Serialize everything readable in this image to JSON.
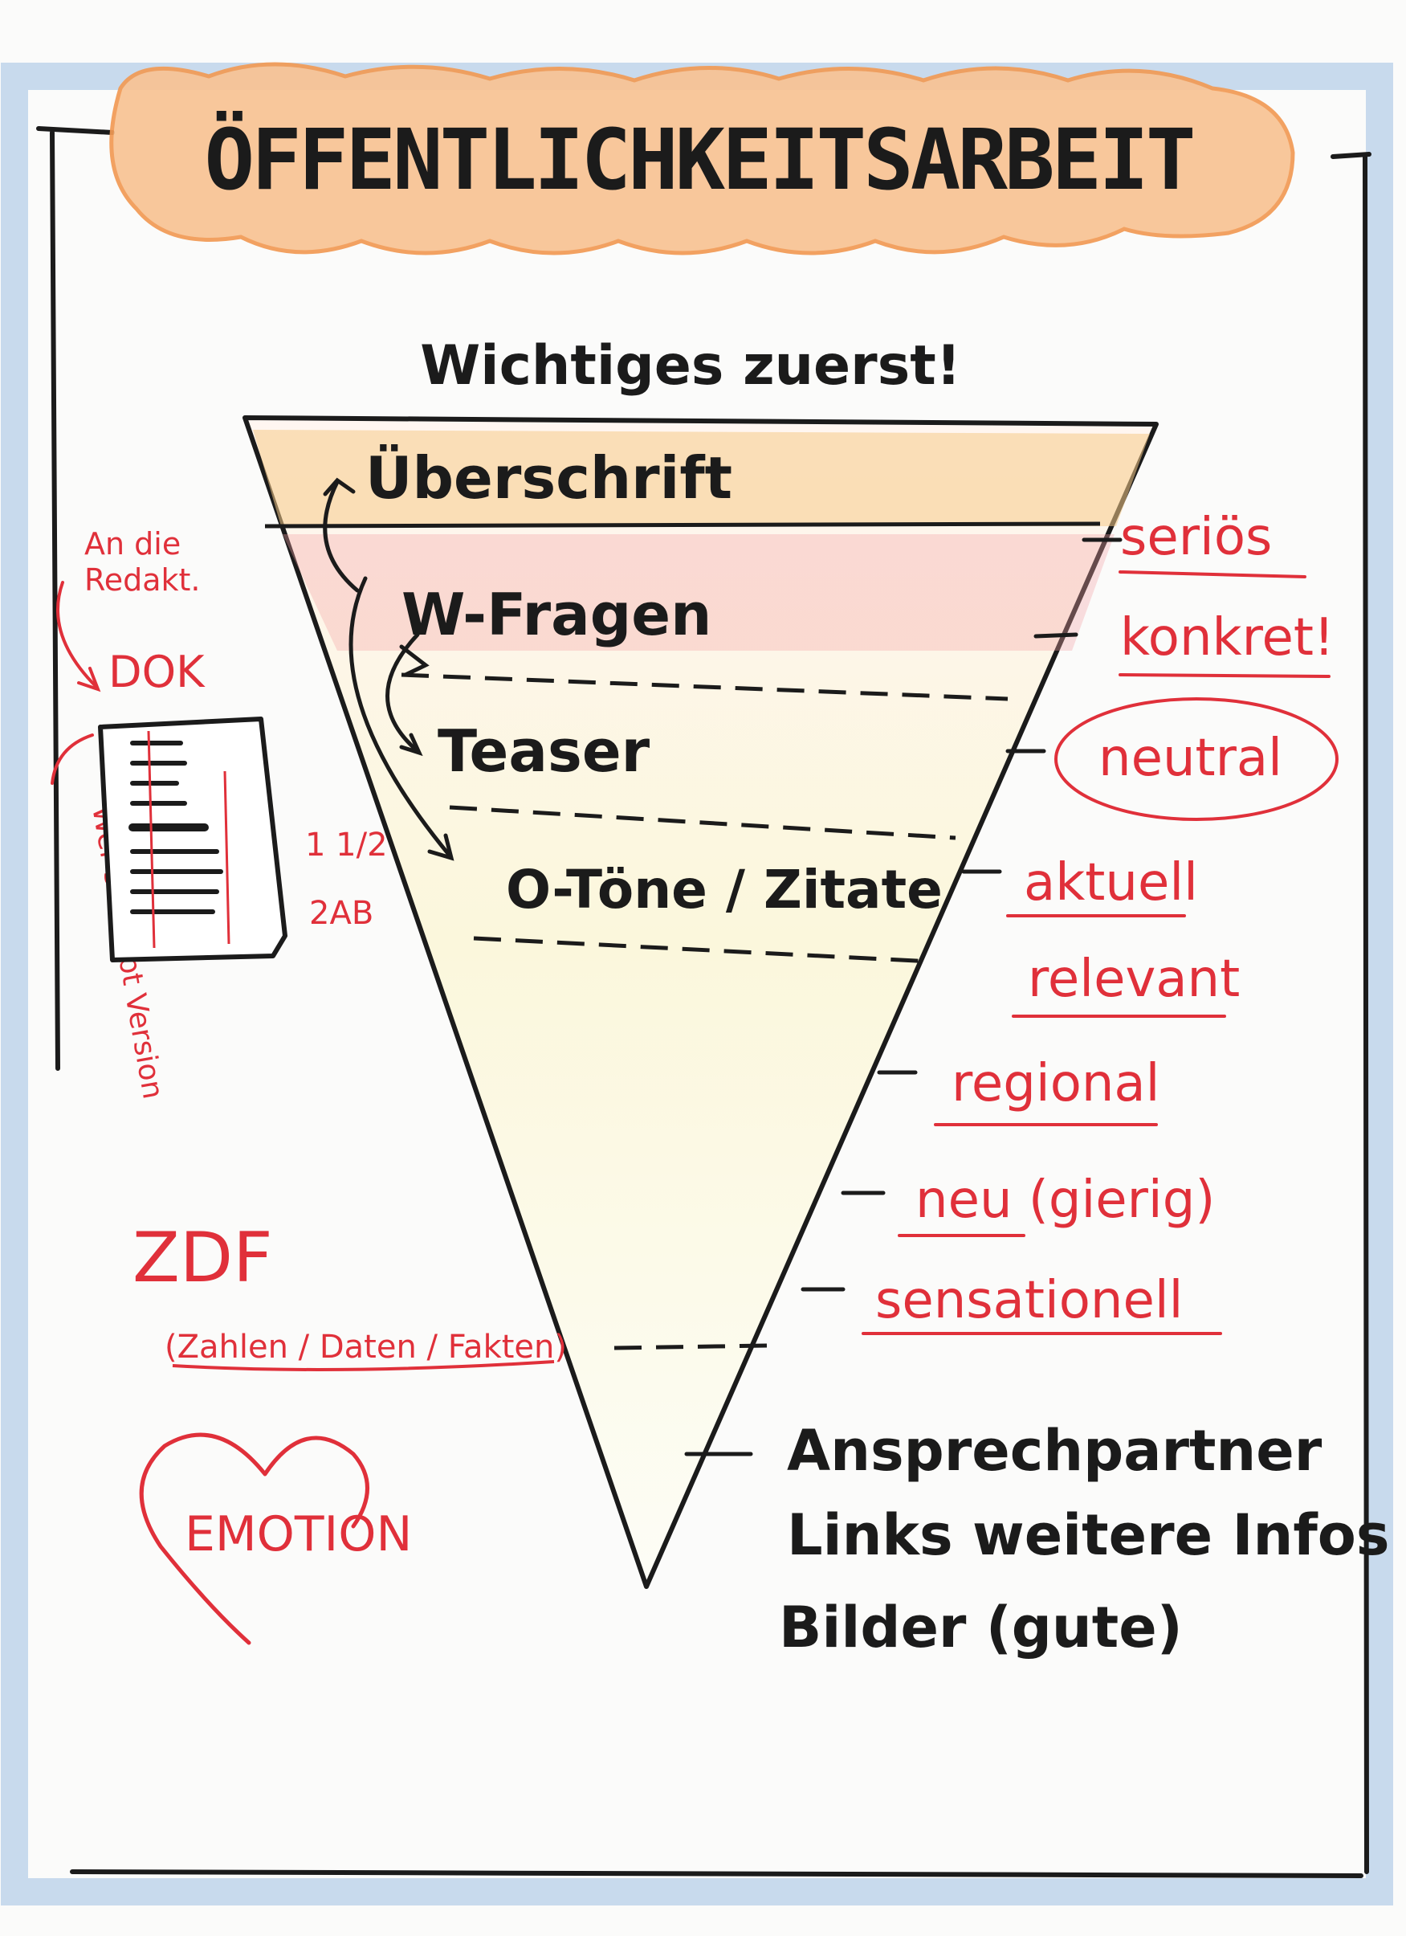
{
  "title": "ÖFFENTLICHKEITSARBEIT",
  "subtitle": "Wichtiges zuerst!",
  "pyramid": {
    "levels": [
      "Überschrift",
      "W-Fragen",
      "Teaser",
      "O-Töne / Zitate"
    ]
  },
  "qualities": [
    "seriös",
    "konkret!",
    "neutral",
    "aktuell",
    "relevant",
    "regional",
    "neu (gierig)",
    "sensationell"
  ],
  "contacts": [
    "Ansprechpartner",
    "Links weitere Infos",
    "Bilder (gute)"
  ],
  "left_notes": {
    "redaktion": [
      "An die",
      "Redakt."
    ],
    "dok": "DOK",
    "fraction": [
      "1 1/2",
      "2AB"
    ],
    "vertical": "Wer schreibt Version",
    "zdf": "ZDF",
    "zdf_detail": "(Zahlen / Daten / Fakten)",
    "emotion": "EMOTION"
  },
  "colors": {
    "ink": "#1b1b1b",
    "red": "#e0303a",
    "cloud": "#f6b27a",
    "frame": "#8fb4da",
    "paper": "#fbfbfa"
  }
}
